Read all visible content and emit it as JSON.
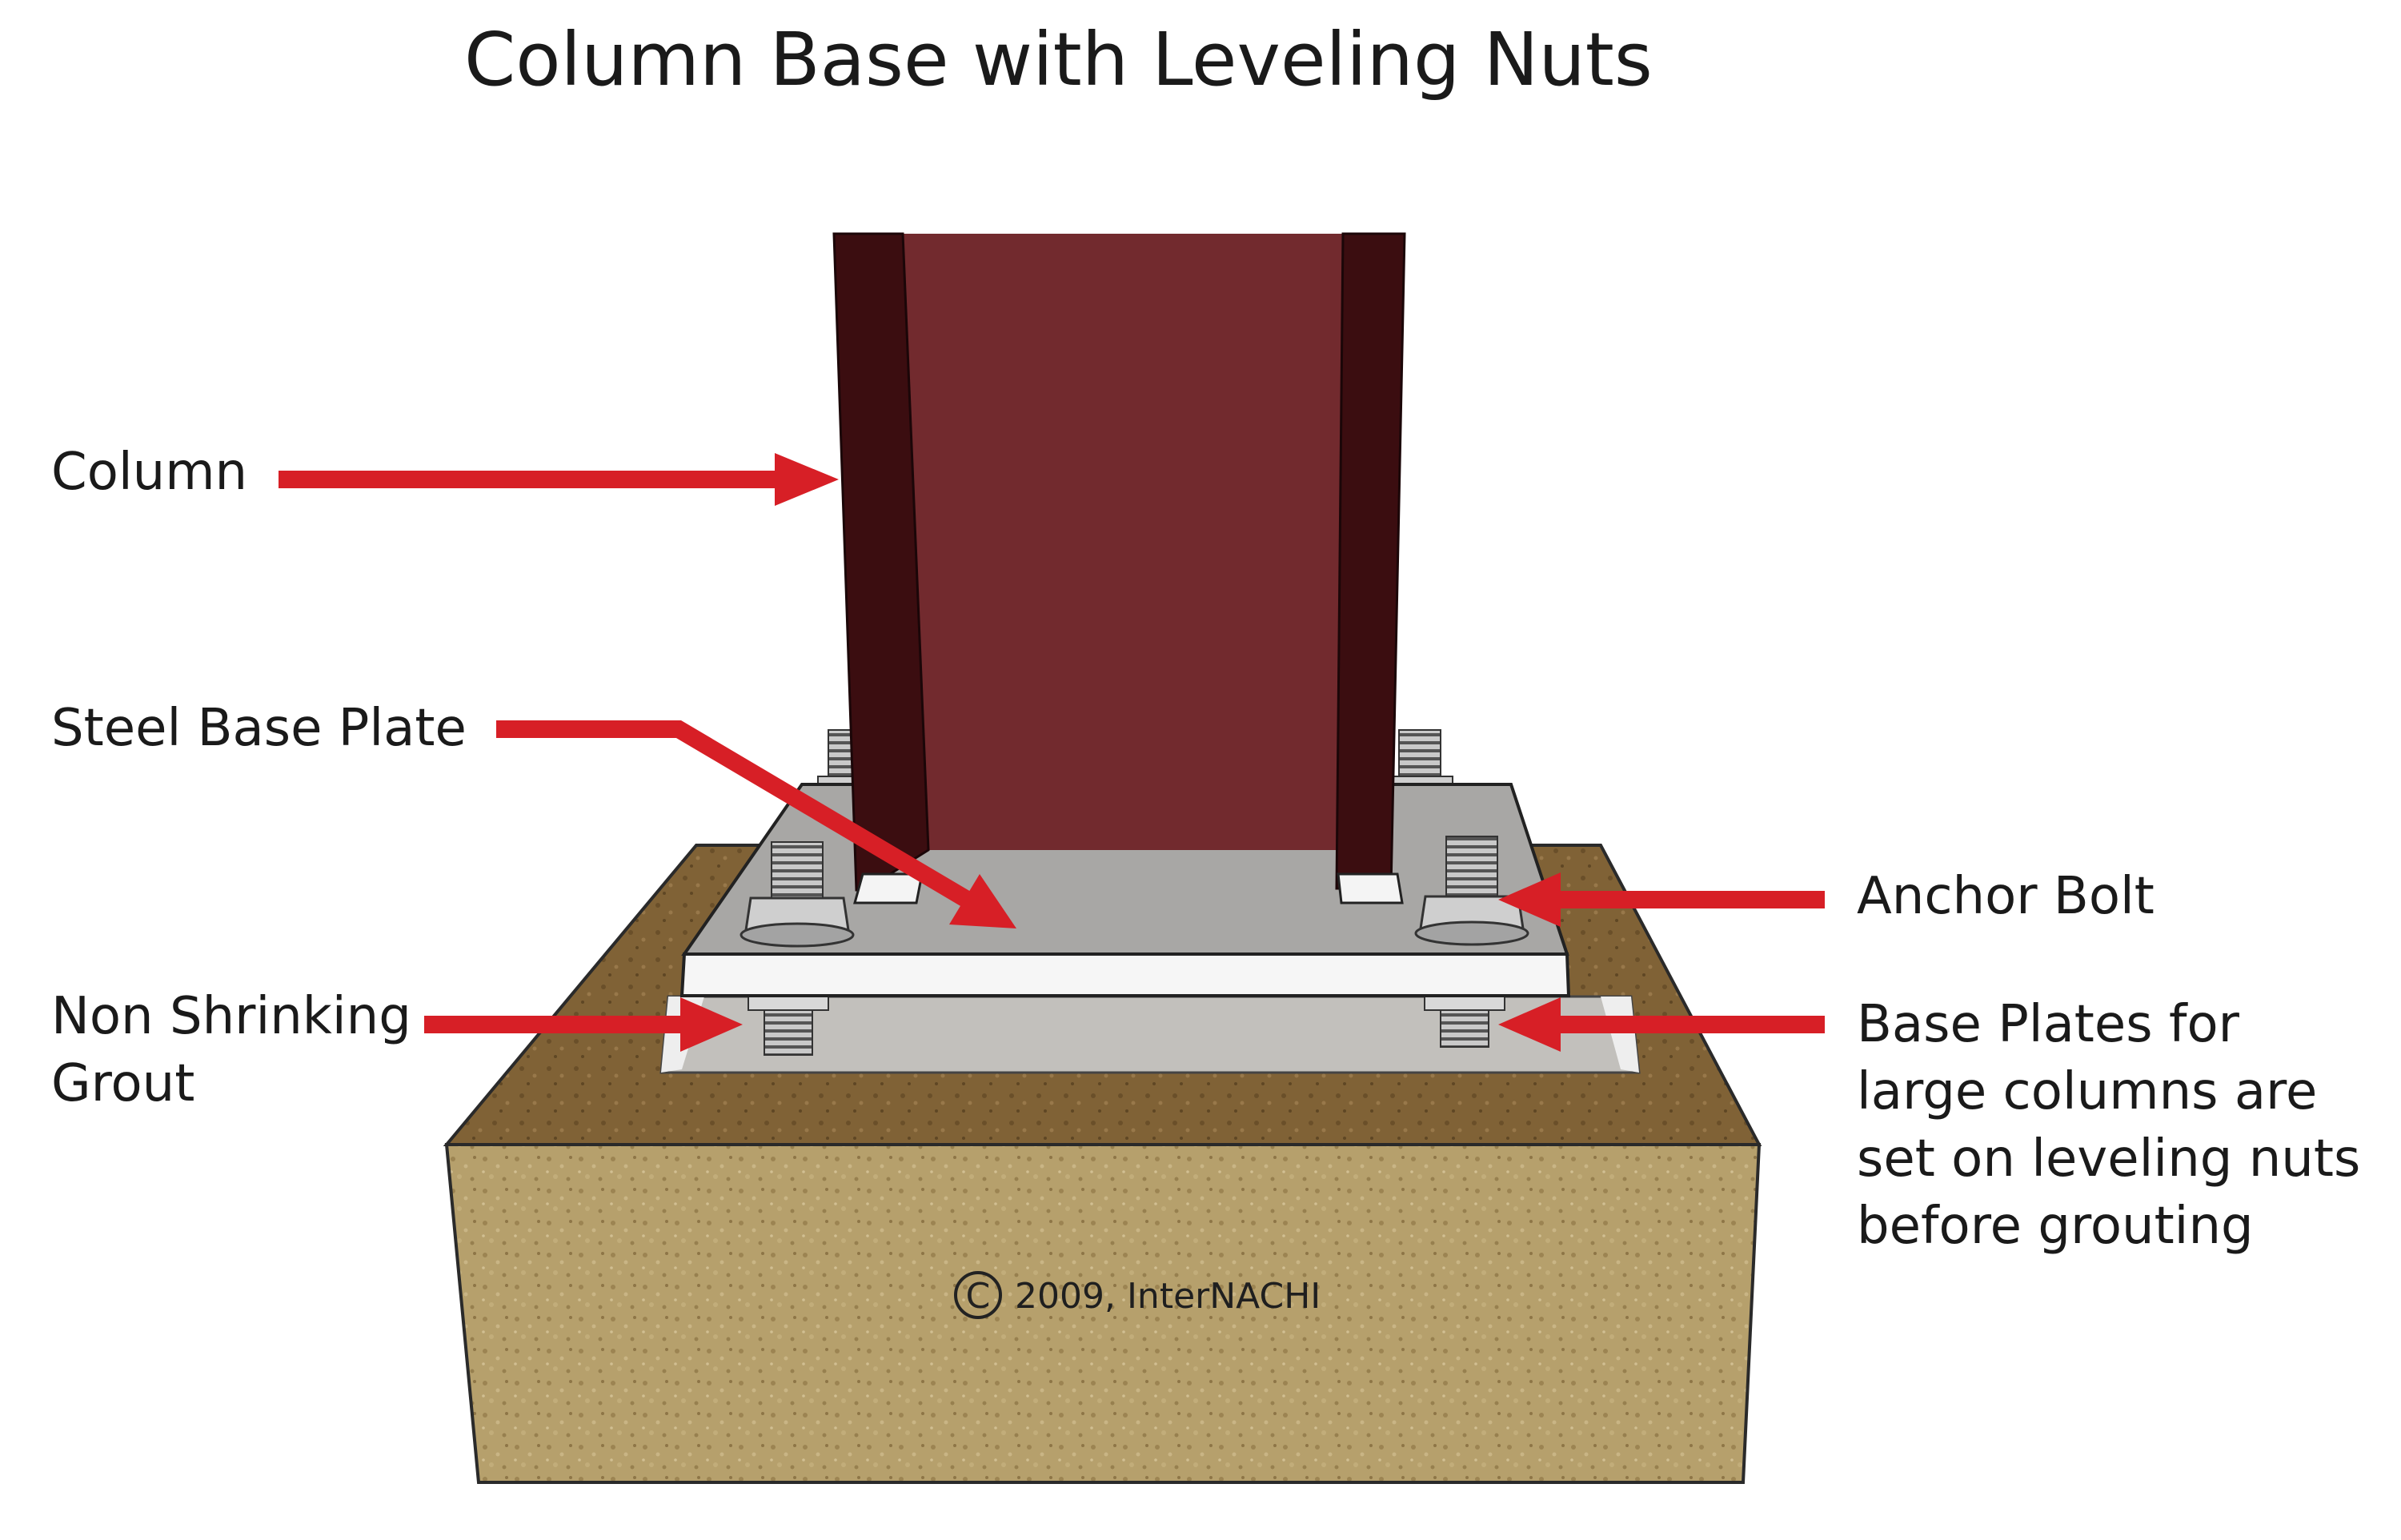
{
  "title": "Column Base with Leveling Nuts",
  "labels": {
    "column": "Column",
    "steel_base_plate": "Steel Base Plate",
    "grout": [
      "Non Shrinking",
      "Grout"
    ],
    "anchor_bolt": "Anchor Bolt",
    "note": [
      "Base Plates for",
      "large columns are",
      "set on leveling nuts",
      "before grouting"
    ]
  },
  "copyright": "2009, InterNACHI",
  "colors": {
    "arrow": "#d71f26",
    "column_web": "#722a2e",
    "column_flange": "#3b0d10",
    "plate_top": "#a6a5a3",
    "plate_edge": "#f4f4f4",
    "grout": "#b8b6b2",
    "concrete": "#b39a65",
    "concrete_top": "#7c5f32"
  }
}
